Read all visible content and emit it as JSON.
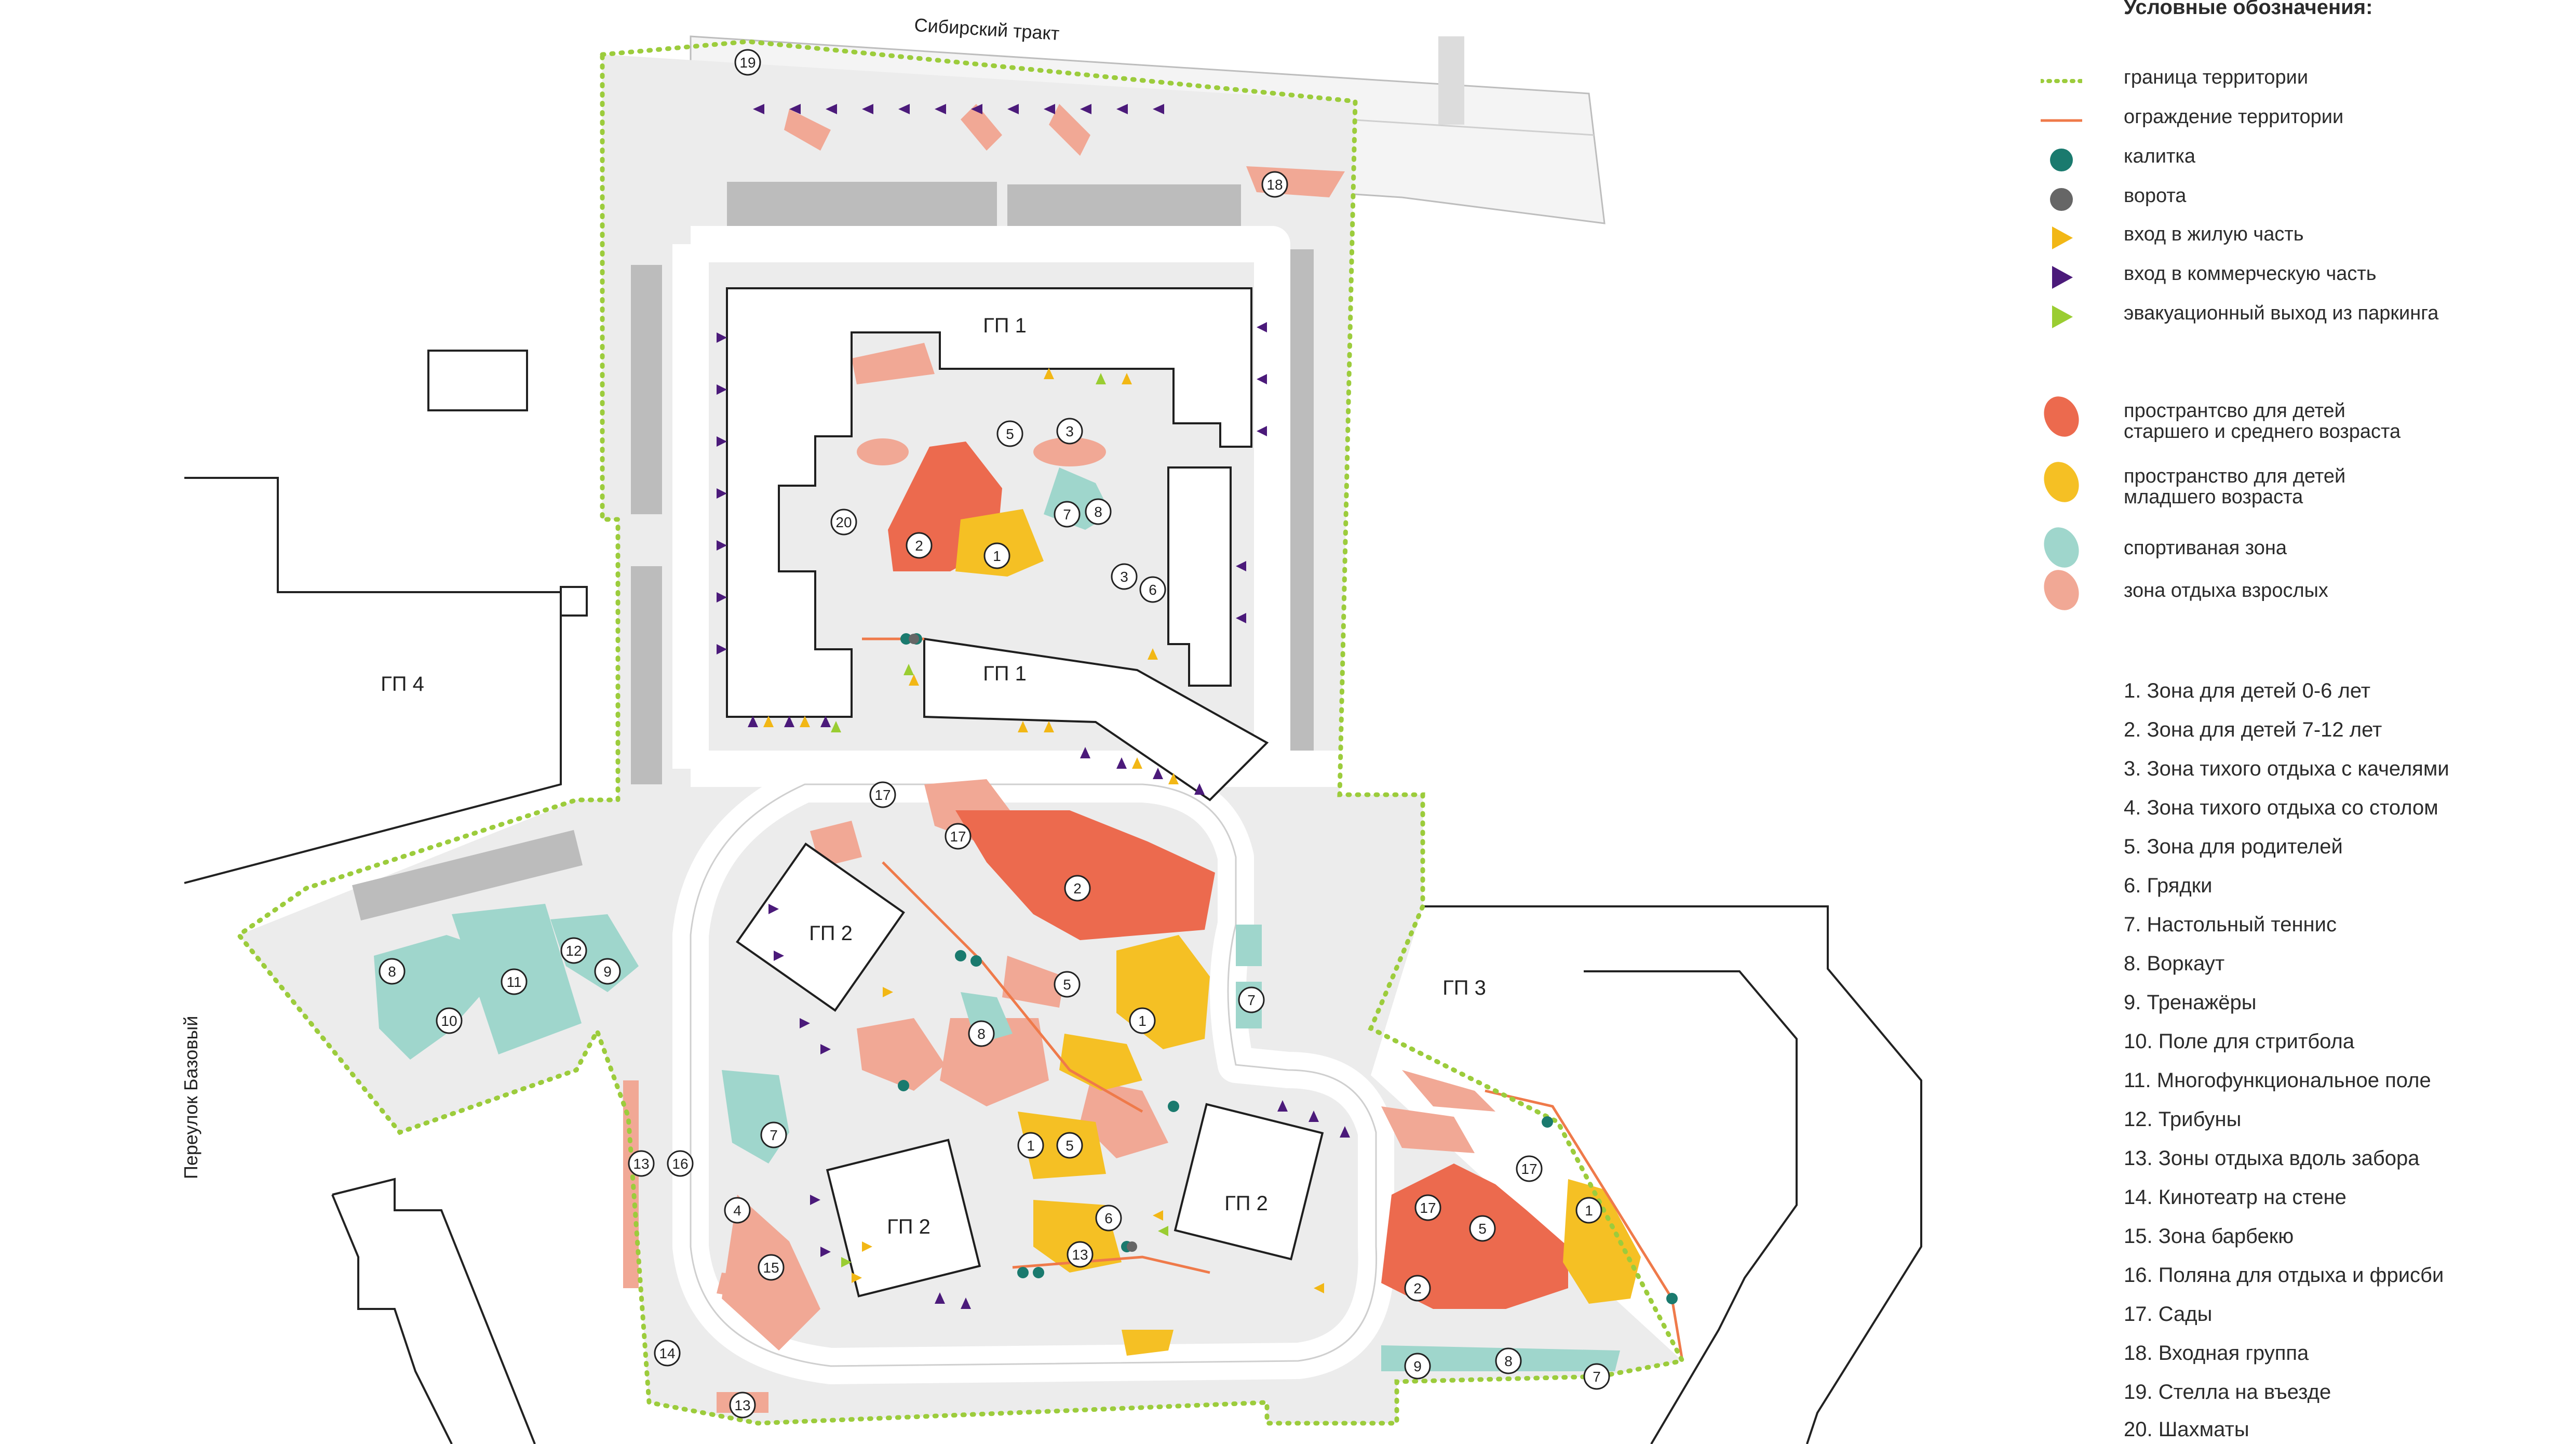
{
  "street_labels": {
    "north": "Сибирский тракт",
    "west": "Переулок Базовый"
  },
  "buildings": {
    "gp1_top": "ГП 1",
    "gp1_bottom": "ГП 1",
    "gp2_a": "ГП 2",
    "gp2_b": "ГП 2",
    "gp2_c": "ГП 2",
    "gp3": "ГП 3",
    "gp4": "ГП 4"
  },
  "markers": [
    "1",
    "2",
    "3",
    "4",
    "5",
    "6",
    "7",
    "8",
    "9",
    "10",
    "11",
    "12",
    "13",
    "14",
    "15",
    "16",
    "17",
    "18",
    "19",
    "20"
  ],
  "colors": {
    "boundary": "#9ccc3c",
    "fence": "#ef7a4a",
    "wicket": "#1a7a6e",
    "gate": "#666666",
    "entry_residential": "#f2b715",
    "entry_commercial": "#4b1a7a",
    "evac_exit": "#9acd32",
    "kids_older": "#ec6a4e",
    "kids_young": "#f5c024",
    "sport": "#9fd6cc",
    "adult_rest": "#f1a895",
    "paving": "#e9e9e9",
    "parking": "#b9b9b9"
  },
  "legend": {
    "title": "Условные обозначения:",
    "lines": [
      {
        "icon": "dotted-line",
        "label": "граница территории"
      },
      {
        "icon": "solid-line",
        "label": "ограждение территории"
      },
      {
        "icon": "teal-dot",
        "label": "калитка"
      },
      {
        "icon": "gray-dot",
        "label": "ворота"
      },
      {
        "icon": "yellow-triangle",
        "label": "вход в жилую часть"
      },
      {
        "icon": "purple-triangle",
        "label": "вход в коммерческую часть"
      },
      {
        "icon": "green-triangle",
        "label": "эвакуационный выход из паркинга"
      }
    ],
    "zones": [
      {
        "icon": "orange-blob",
        "label_line1": "пространтсво для детей",
        "label_line2": "старшего и среднего возраста"
      },
      {
        "icon": "yellow-blob",
        "label_line1": "пространство для детей",
        "label_line2": "младшего возраста"
      },
      {
        "icon": "teal-blob",
        "label_line1": "спортиваная зона",
        "label_line2": ""
      },
      {
        "icon": "pink-blob",
        "label_line1": "зона отдыха взрослых",
        "label_line2": ""
      }
    ],
    "numbered": [
      "1. Зона для детей 0-6 лет",
      "2. Зона для детей 7-12 лет",
      "3. Зона тихого отдыха с качелями",
      "4. Зона тихого отдыха со столом",
      "5. Зона для родителей",
      "6. Грядки",
      "7. Настольный теннис",
      "8. Воркаут",
      "9. Тренажёры",
      "10. Поле для стритбола",
      "11. Многофункциональное поле",
      "12. Трибуны",
      "13. Зоны отдыха вдоль забора",
      "14. Кинотеатр на стене",
      "15. Зона барбекю",
      "16. Поляна для отдыха и фрисби",
      "17. Сады",
      "18. Входная группа",
      "19. Стелла на въезде",
      "20. Шахматы"
    ]
  }
}
